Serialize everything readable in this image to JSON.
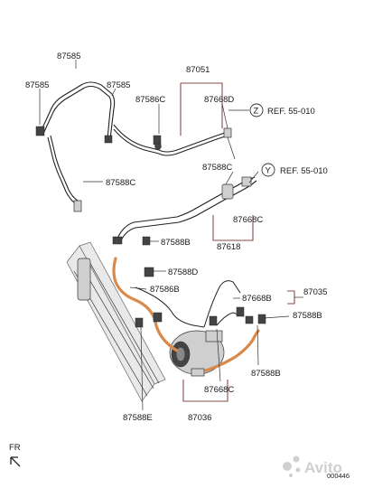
{
  "diagram": {
    "labels": {
      "l87585_top": "87585",
      "l87585_left": "87585",
      "l87585_mid": "87585",
      "l87051": "87051",
      "l87586c": "87586C",
      "l87668d": "87668D",
      "l87588c_left": "87588C",
      "l87588c_right": "87588C",
      "l87588b_mid": "87588B",
      "l87668c_right": "87668C",
      "l87618": "87618",
      "l87588d": "87588D",
      "l87586b": "87586B",
      "l87668b": "87668B",
      "l87035": "87035",
      "l87588b_right": "87588B",
      "l87588b_low": "87588B",
      "l87668c_low": "87668C",
      "l87588e": "87588E",
      "l87036": "87036"
    },
    "refs": {
      "z_letter": "Z",
      "z_text": "REF. 55-010",
      "y_letter": "Y",
      "y_text": "REF. 55-010"
    },
    "fr_label": "FR",
    "code": "000446",
    "watermark": "Avito"
  },
  "colors": {
    "line": "#222222",
    "hose_highlight": "#d98a4a",
    "bracket": "#8b4a4a"
  }
}
